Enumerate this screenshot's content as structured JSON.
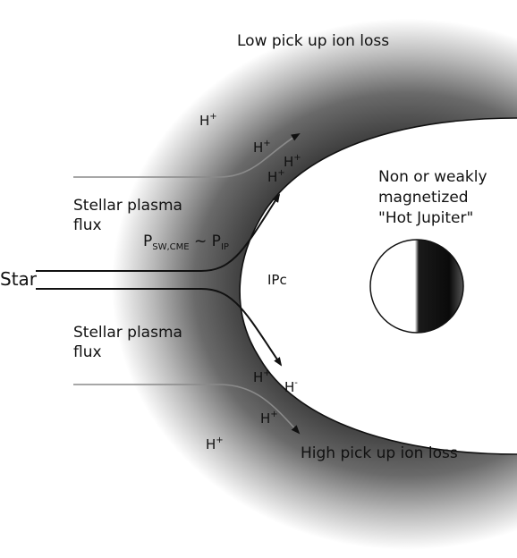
{
  "labels": {
    "star": "Star",
    "low_loss": "Low pick up ion loss",
    "high_loss": "High pick up ion loss",
    "flux_upper_1": "Stellar plasma",
    "flux_upper_2": "flux",
    "flux_lower_1": "Stellar plasma",
    "flux_lower_2": "flux",
    "planet_1": "Non or weakly",
    "planet_2": "magnetized",
    "planet_3": "\"Hot Jupiter\"",
    "ipc": "IPc"
  },
  "pressure": {
    "left_main": "P",
    "left_sub": "SW,CME",
    "tilde": "~",
    "right_main": "P",
    "right_sub": "IP"
  },
  "ions": {
    "base": "H",
    "charge_plus": "+",
    "charge_minus": "-"
  },
  "colors": {
    "shell_dark": "#3a3a3a",
    "shell_light": "#ffffff",
    "planet_night": "#0d0d0d",
    "line": "#111111",
    "streamline_gray": "#8a8a8a"
  }
}
